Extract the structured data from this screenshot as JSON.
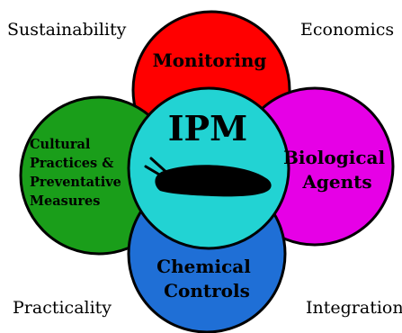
{
  "corners": {
    "top_left": "Sustainability",
    "top_right": "Economics",
    "bottom_left": "Practicality",
    "bottom_right": "Integration"
  },
  "petals": {
    "top": {
      "lines": [
        "Monitoring"
      ],
      "color": "#ff0000"
    },
    "right": {
      "lines": [
        "Biological",
        "Agents"
      ],
      "color": "#e600e6"
    },
    "bottom": {
      "lines": [
        "Chemical",
        "Controls"
      ],
      "color": "#1f6fd6"
    },
    "left": {
      "lines": [
        "Cultural",
        "Practices &",
        "Preventative",
        "Measures"
      ],
      "color": "#1a9e1a"
    }
  },
  "center": {
    "label": "IPM",
    "color": "#22d3d3",
    "icon": "slug-icon"
  },
  "outline_color": "#000000"
}
